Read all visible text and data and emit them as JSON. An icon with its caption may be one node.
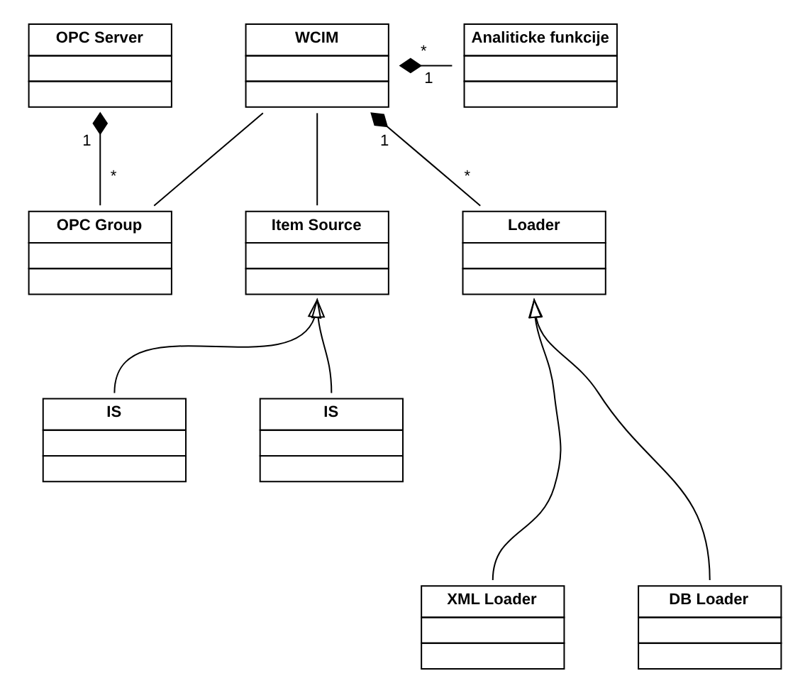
{
  "diagram": {
    "nodes": [
      {
        "text": [
          "OPC Server"
        ]
      },
      {
        "text": [
          "WCIM"
        ]
      },
      {
        "text": [
          "Analiticke funkcije"
        ]
      },
      {
        "text": [
          "Item Source"
        ]
      },
      {
        "text": [
          "OPC Group"
        ]
      },
      {
        "text": [
          "Loader"
        ]
      },
      {
        "text": [
          "IS"
        ]
      },
      {
        "text": [
          "IS"
        ]
      },
      {
        "text": [
          "XML Loader"
        ]
      },
      {
        "text": [
          "DB Loader"
        ]
      }
    ],
    "edges": [
      {
        "from": 1,
        "to": 2,
        "arrow": "other"
      },
      {
        "from": 0,
        "to": 4,
        "arrow": "other"
      },
      {
        "from": 1,
        "to": 5,
        "arrow": "other"
      },
      {
        "from": 1,
        "to": 4,
        "arrow": "none"
      },
      {
        "from": 1,
        "to": 3,
        "arrow": "none"
      },
      {
        "from": 6,
        "to": 3,
        "arrow": "to"
      },
      {
        "from": 7,
        "to": 3,
        "arrow": "to"
      },
      {
        "from": 8,
        "to": 5,
        "arrow": "to"
      },
      {
        "from": 9,
        "to": 5,
        "arrow": "to"
      }
    ],
    "labels": [
      "1",
      "*",
      "1",
      "*",
      "1",
      "*"
    ]
  }
}
